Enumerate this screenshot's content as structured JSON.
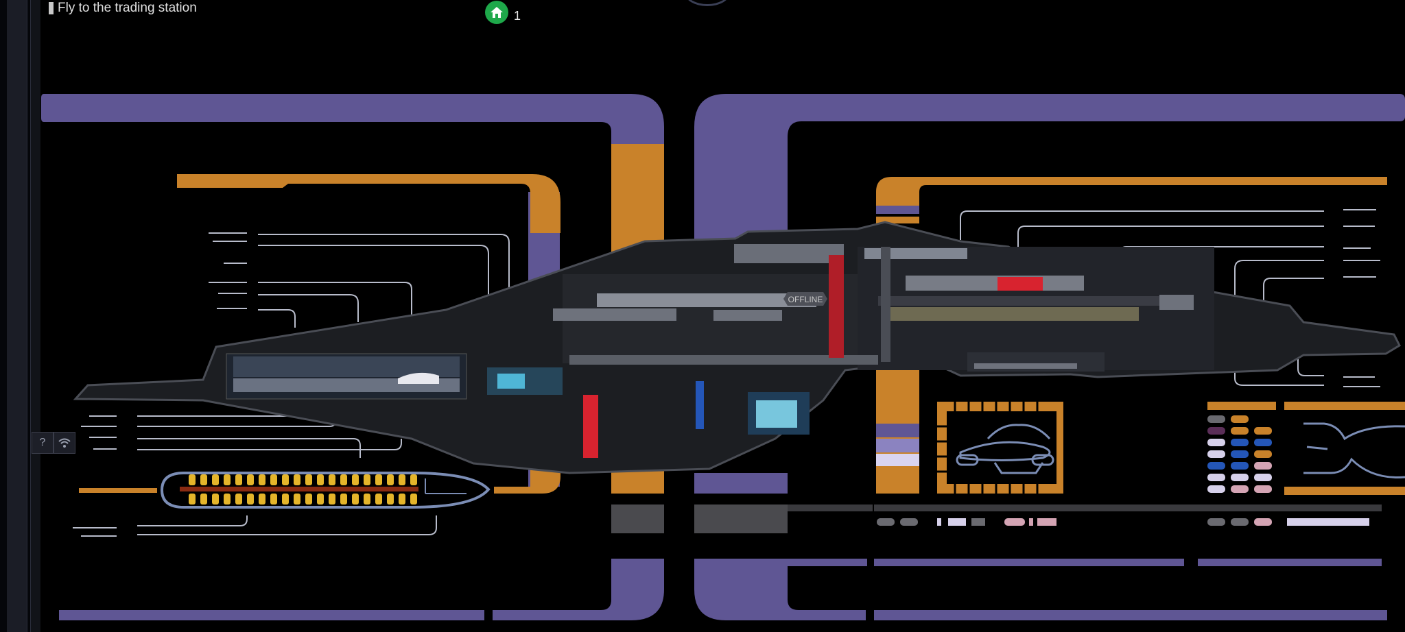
{
  "hud": {
    "objective_text": "Fly to the trading station",
    "home_count": "1"
  },
  "side_panel": {
    "help_label": "?",
    "network_icon": "wifi-icon"
  },
  "ship": {
    "offline_label": "OFFLINE"
  },
  "colors": {
    "lcars_purple": "#5f5694",
    "lcars_orange": "#c9822a",
    "hull": "#1c1e22",
    "alert_red": "#d8232f",
    "shuttle_seats": "#e5b52a",
    "outline_blue": "#7b8db5",
    "home_green": "#1ea84a"
  }
}
